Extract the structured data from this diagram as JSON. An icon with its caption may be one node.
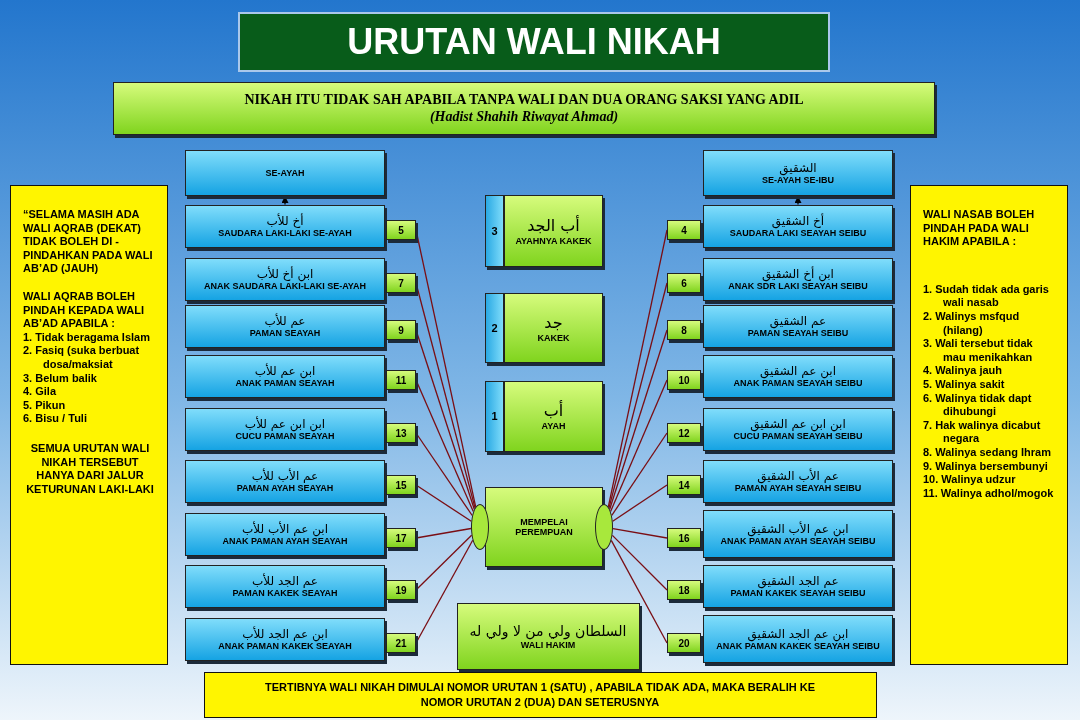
{
  "diagram": {
    "title": "URUTAN WALI NIKAH",
    "nodes": [
      {
        "text": [
          "NIKAH ITU TIDAK SAH APABILA TANPA WALI DAN DUA ORANG SAKSI YANG ADIL",
          "(Hadist Shahih Riwayat Ahmad)"
        ]
      },
      {
        "text": [
          "“SELAMA MASIH ADA WALI AQRAB (DEKAT) TIDAK BOLEH DI - PINDAHKAN PADA WALI AB’AD (JAUH)",
          "WALI AQRAB BOLEH PINDAH KEPADA WALI AB’AD APABILA :",
          "1. Tidak beragama Islam",
          "2. Fasiq (suka berbuat dosa/maksiat",
          "3. Belum balik",
          "4. Gila",
          "5. Pikun",
          "6. Bisu / Tuli",
          "SEMUA URUTAN WALI NIKAH TERSEBUT HANYA DARI JALUR KETURUNAN LAKI-LAKI"
        ]
      },
      {
        "text": [
          "WALI NASAB BOLEH PINDAH PADA WALI HAKIM APABILA :",
          "1. Sudah tidak ada garis wali nasab",
          "2. Walinys msfqud (hilang)",
          "3. Wali tersebut tidak mau menikahkan",
          "4. Walinya jauh",
          "5. Walinya sakit",
          "6. Walinya tidak dapt dihubungi",
          "7. Hak walinya dicabut negara",
          "8. Walinya sedang Ihram",
          "9. Walinya bersembunyi",
          "10. Walinya udzur",
          "11. Walinya adhol/mogok"
        ]
      },
      {
        "text": [
          "SE-AYAH"
        ]
      },
      {
        "text": [
          "الشقيق",
          "SE-AYAH SE-IBU"
        ]
      },
      {
        "text": [
          "أخ للأب",
          "SAUDARA LAKI-LAKI SE-AYAH"
        ]
      },
      {
        "text": [
          "ابن أخ للأب",
          "ANAK SAUDARA LAKI-LAKI SE-AYAH"
        ]
      },
      {
        "text": [
          "عم للأب",
          "PAMAN SEAYAH"
        ]
      },
      {
        "text": [
          "ابن عم للأب",
          "ANAK PAMAN SEAYAH"
        ]
      },
      {
        "text": [
          "ابن ابن عم للأب",
          "CUCU PAMAN SEAYAH"
        ]
      },
      {
        "text": [
          "عم الأب للأب",
          "PAMAN AYAH SEAYAH"
        ]
      },
      {
        "text": [
          "ابن عم الأب للأب",
          "ANAK PAMAN AYAH SEAYAH"
        ]
      },
      {
        "text": [
          "عم الجد للأب",
          "PAMAN KAKEK SEAYAH"
        ]
      },
      {
        "text": [
          "ابن عم الجد للأب",
          "ANAK PAMAN KAKEK SEAYAH"
        ]
      },
      {
        "text": [
          "5"
        ]
      },
      {
        "text": [
          "7"
        ]
      },
      {
        "text": [
          "9"
        ]
      },
      {
        "text": [
          "11"
        ]
      },
      {
        "text": [
          "13"
        ]
      },
      {
        "text": [
          "15"
        ]
      },
      {
        "text": [
          "17"
        ]
      },
      {
        "text": [
          "19"
        ]
      },
      {
        "text": [
          "21"
        ]
      },
      {
        "text": [
          "أخ الشقيق",
          "SAUDARA LAKI SEAYAH SEIBU"
        ]
      },
      {
        "text": [
          "ابن أخ الشقيق",
          "ANAK SDR LAKI SEAYAH SEIBU"
        ]
      },
      {
        "text": [
          "عم الشقيق",
          "PAMAN SEAYAH SEIBU"
        ]
      },
      {
        "text": [
          "ابن عم الشقيق",
          "ANAK PAMAN SEAYAH SEIBU"
        ]
      },
      {
        "text": [
          "ابن ابن عم الشقيق",
          "CUCU PAMAN SEAYAH SEIBU"
        ]
      },
      {
        "text": [
          "عم الأب الشقيق",
          "PAMAN AYAH SEAYAH SEIBU"
        ]
      },
      {
        "text": [
          "ابن عم الأب الشقيق",
          "ANAK PAMAN AYAH SEAYAH SEIBU"
        ]
      },
      {
        "text": [
          "عم الجد الشقيق",
          "PAMAN KAKEK SEAYAH SEIBU"
        ]
      },
      {
        "text": [
          "ابن عم الجد الشقيق",
          "ANAK PAMAN KAKEK SEAYAH SEIBU"
        ]
      },
      {
        "text": [
          "4"
        ]
      },
      {
        "text": [
          "6"
        ]
      },
      {
        "text": [
          "8"
        ]
      },
      {
        "text": [
          "10"
        ]
      },
      {
        "text": [
          "12"
        ]
      },
      {
        "text": [
          "14"
        ]
      },
      {
        "text": [
          "16"
        ]
      },
      {
        "text": [
          "18"
        ]
      },
      {
        "text": [
          "20"
        ]
      },
      {
        "text": [
          "3",
          "أب الجد",
          "AYAHNYA KAKEK"
        ]
      },
      {
        "text": [
          "2",
          "جد",
          "KAKEK"
        ]
      },
      {
        "text": [
          "1",
          "أب",
          "AYAH"
        ]
      },
      {
        "text": [
          "MEMPELAI PEREMPUAN"
        ]
      },
      {
        "text": [],
        "shape": "ellipse"
      },
      {
        "text": [],
        "shape": "ellipse"
      },
      {
        "text": [
          "السلطان ولي من لا ولي له",
          "WALI HAKIM"
        ]
      },
      {
        "text": [
          "TERTIBNYA WALI NIKAH DIMULAI NOMOR URUTAN 1 (SATU) , APABILA TIDAK ADA, MAKA BERALIH KE NOMOR URUTAN 2 (DUA) DAN SETERUSNYA"
        ]
      }
    ],
    "edges": [
      {
        "from": 5,
        "to": 3,
        "arrow": "to",
        "color": "#000000"
      },
      {
        "from": 23,
        "to": 4,
        "arrow": "to",
        "color": "#000000"
      },
      {
        "from": 14,
        "to": 45,
        "arrow": "none"
      },
      {
        "from": 15,
        "to": 45,
        "arrow": "none"
      },
      {
        "from": 16,
        "to": 45,
        "arrow": "none"
      },
      {
        "from": 17,
        "to": 45,
        "arrow": "none"
      },
      {
        "from": 18,
        "to": 45,
        "arrow": "none"
      },
      {
        "from": 19,
        "to": 45,
        "arrow": "none"
      },
      {
        "from": 20,
        "to": 45,
        "arrow": "none"
      },
      {
        "from": 21,
        "to": 45,
        "arrow": "none"
      },
      {
        "from": 22,
        "to": 45,
        "arrow": "none"
      },
      {
        "from": 32,
        "to": 46,
        "arrow": "none"
      },
      {
        "from": 33,
        "to": 46,
        "arrow": "none"
      },
      {
        "from": 34,
        "to": 46,
        "arrow": "none"
      },
      {
        "from": 35,
        "to": 46,
        "arrow": "none"
      },
      {
        "from": 36,
        "to": 46,
        "arrow": "none"
      },
      {
        "from": 37,
        "to": 46,
        "arrow": "none"
      },
      {
        "from": 38,
        "to": 46,
        "arrow": "none"
      },
      {
        "from": 39,
        "to": 46,
        "arrow": "none"
      },
      {
        "from": 40,
        "to": 46,
        "arrow": "none"
      }
    ]
  }
}
